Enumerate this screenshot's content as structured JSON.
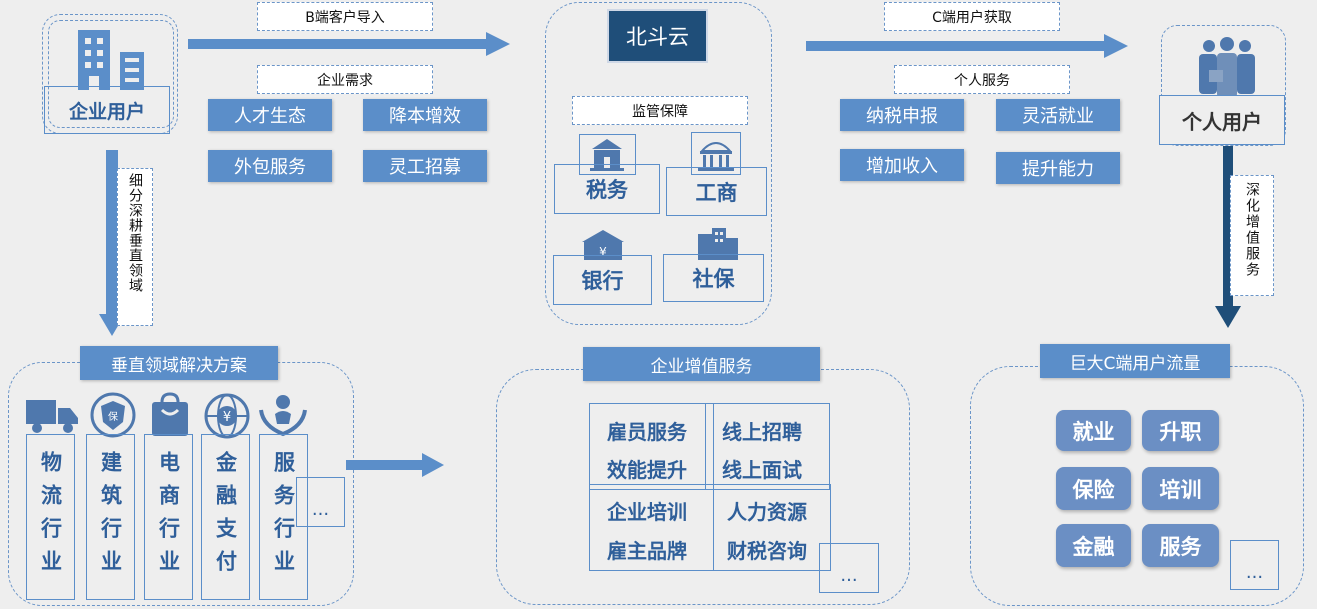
{
  "enterprise_user": {
    "label": "企业用户"
  },
  "b_import": {
    "label": "B端客户导入"
  },
  "enterprise_needs": {
    "label": "企业需求",
    "items": [
      "人才生态",
      "降本增效",
      "外包服务",
      "灵工招募"
    ]
  },
  "vertical_deep": {
    "label": "细分深耕垂直领域"
  },
  "vertical_solutions": {
    "title": "垂直领域解决方案",
    "items": [
      "物流行业",
      "建筑行业",
      "电商行业",
      "金融支付",
      "服务行业"
    ],
    "more": "..."
  },
  "beidou": {
    "title": "北斗云",
    "supervision": "监管保障",
    "items": [
      "税务",
      "工商",
      "银行",
      "社保"
    ]
  },
  "enterprise_value": {
    "title": "企业增值服务",
    "items": [
      "雇员服务",
      "线上招聘",
      "效能提升",
      "线上面试",
      "企业培训",
      "人力资源",
      "雇主品牌",
      "财税咨询"
    ],
    "more": "..."
  },
  "c_acquire": {
    "label": "C端用户获取"
  },
  "personal_service": {
    "label": "个人服务",
    "items": [
      "纳税申报",
      "灵活就业",
      "增加收入",
      "提升能力"
    ]
  },
  "personal_user": {
    "label": "个人用户"
  },
  "deep_value": {
    "label": "深化增值服务"
  },
  "c_traffic": {
    "title": "巨大C端用户流量",
    "items": [
      "就业",
      "升职",
      "保险",
      "培训",
      "金融",
      "服务"
    ],
    "more": "..."
  },
  "colors": {
    "primary": "#5b8ec9",
    "dark_arrow": "#1f4e79",
    "text_dark": "#2f5f9a"
  }
}
